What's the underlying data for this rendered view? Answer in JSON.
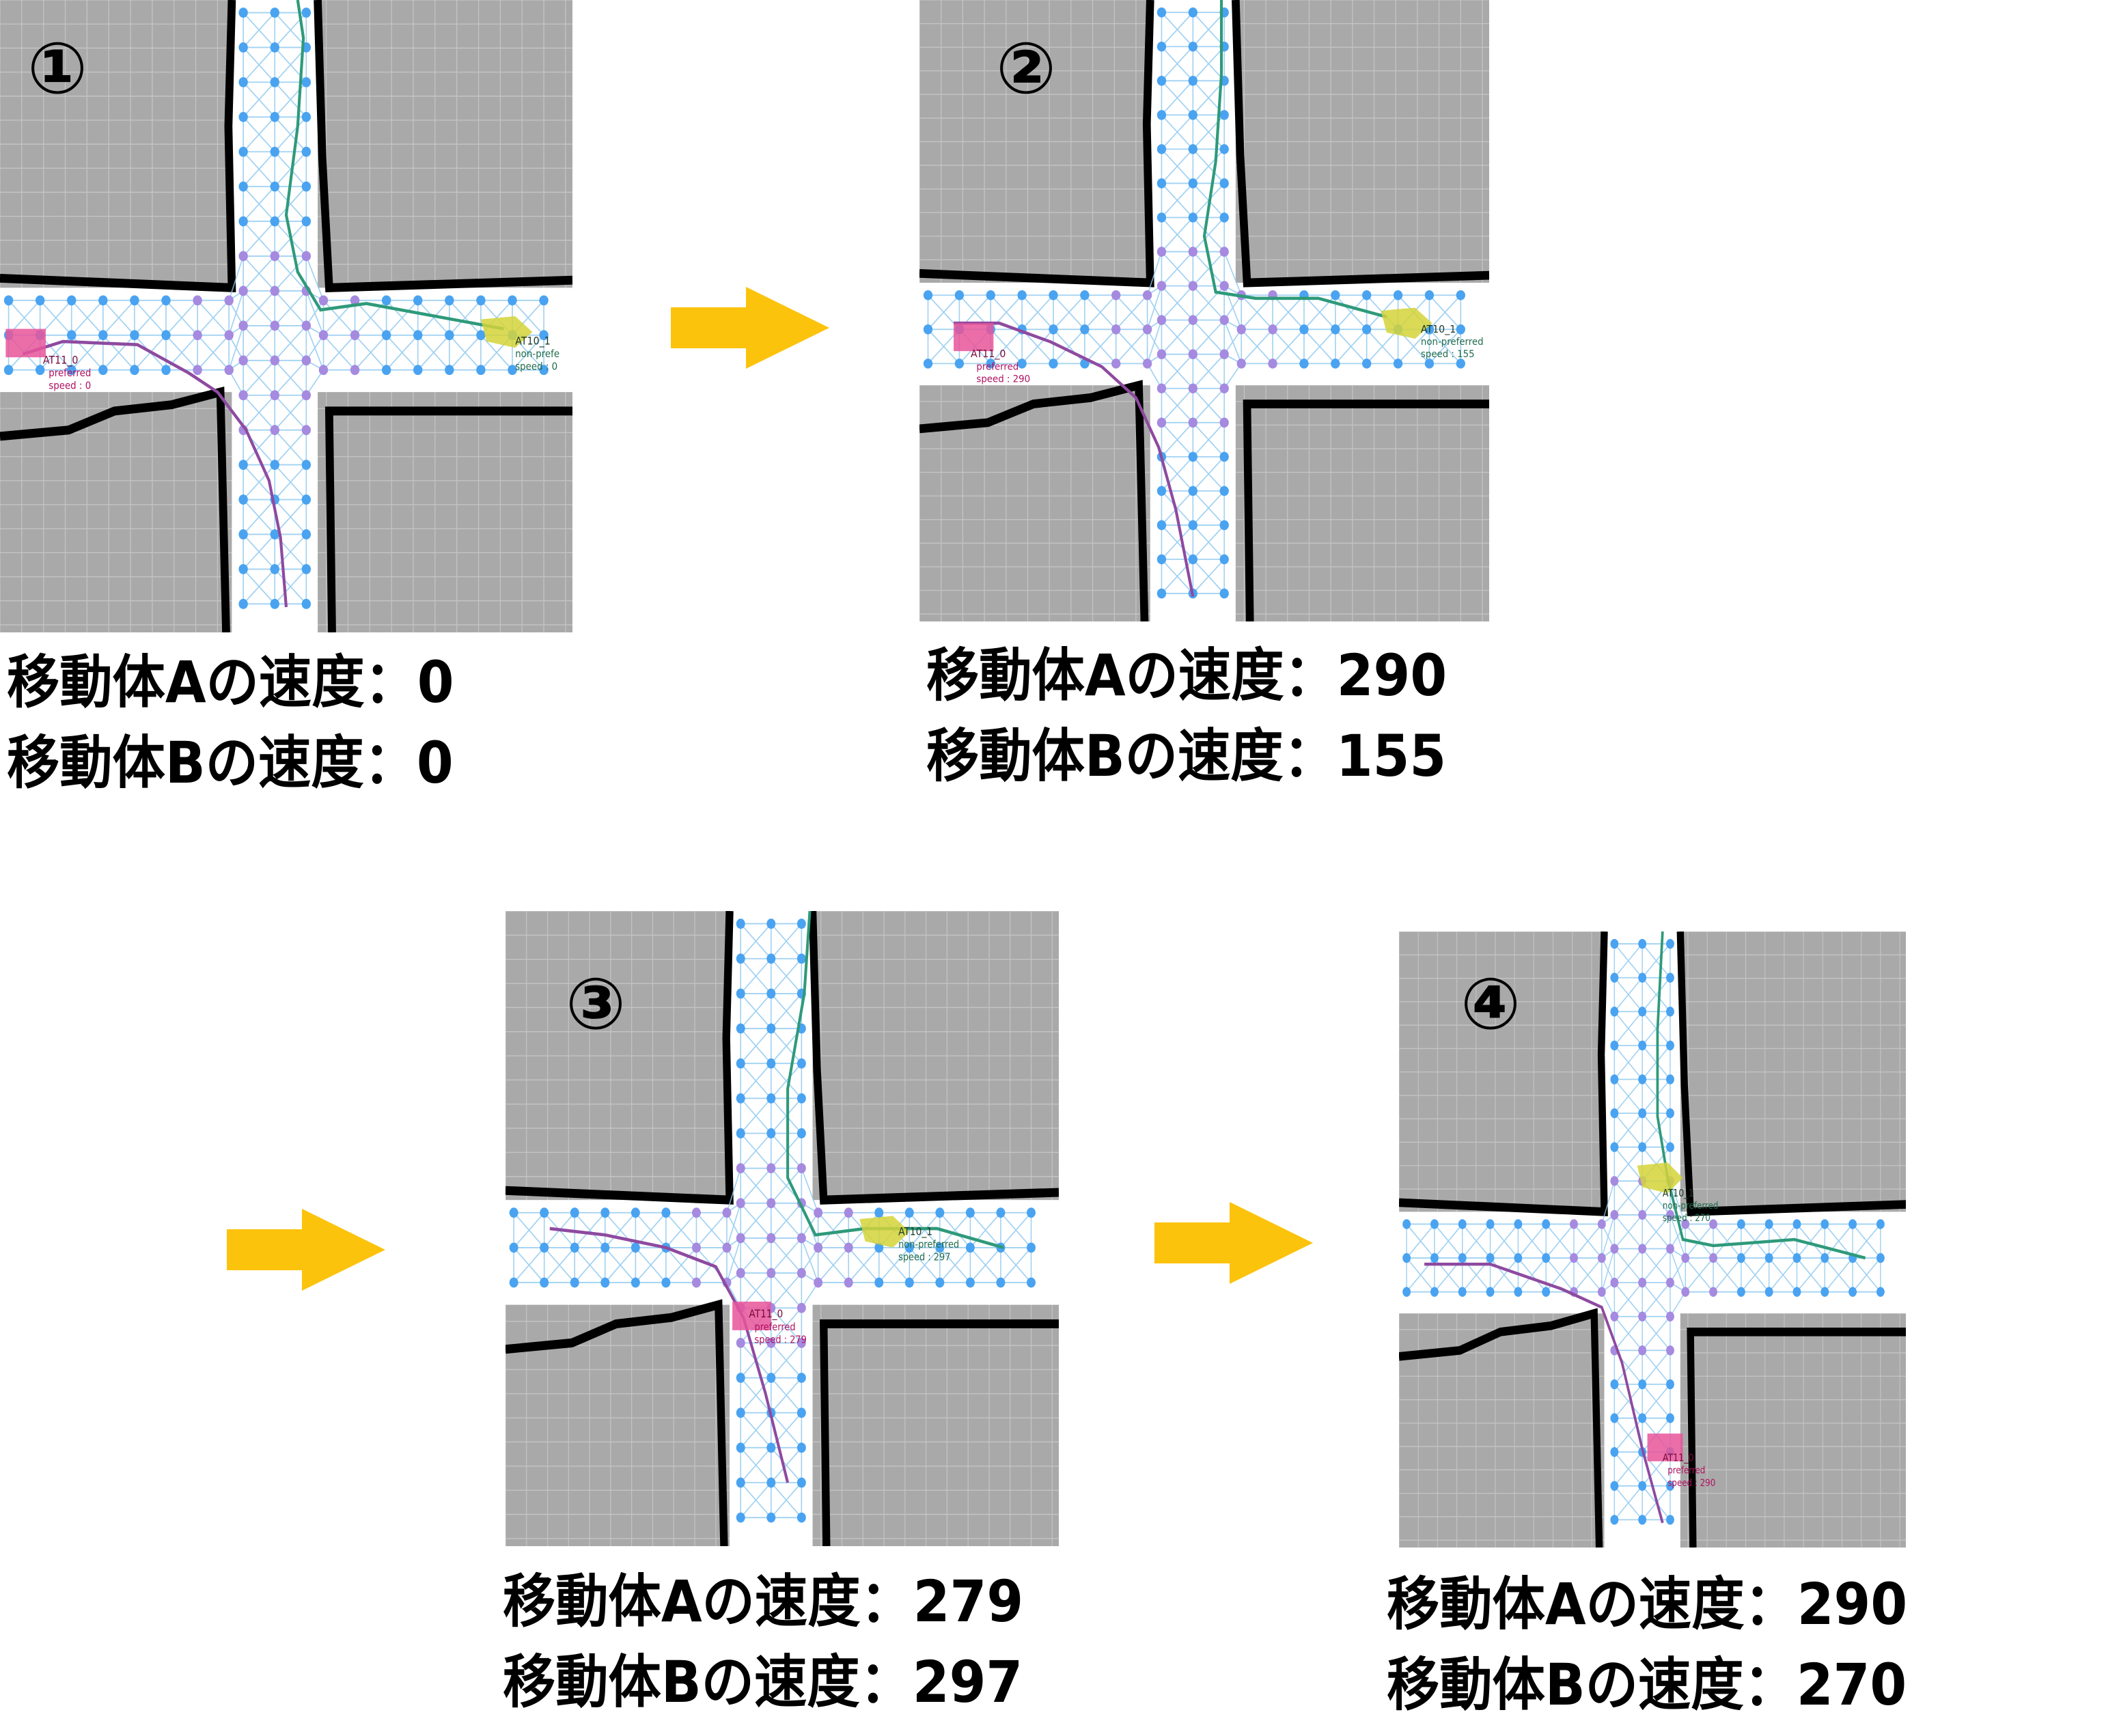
{
  "panels": [
    {
      "step": "①",
      "agent_a": {
        "name": "AT11_0",
        "type": "preferred",
        "speed_label": "speed : 0"
      },
      "agent_b": {
        "name": "AT10_1",
        "type": "non-prefe",
        "speed_label": "speed : 0"
      },
      "caption_a": "移動体Aの速度：0",
      "caption_b": "移動体Bの速度：0"
    },
    {
      "step": "②",
      "agent_a": {
        "name": "AT11_0",
        "type": "preferred",
        "speed_label": "speed : 290"
      },
      "agent_b": {
        "name": "AT10_1",
        "type": "non-preferred",
        "speed_label": "speed : 155"
      },
      "caption_a": "移動体Aの速度：290",
      "caption_b": "移動体Bの速度：155"
    },
    {
      "step": "③",
      "agent_a": {
        "name": "AT11_0",
        "type": "preferred",
        "speed_label": "speed : 279"
      },
      "agent_b": {
        "name": "AT10_1",
        "type": "non-preferred",
        "speed_label": "speed : 297"
      },
      "caption_a": "移動体Aの速度：279",
      "caption_b": "移動体Bの速度：297"
    },
    {
      "step": "④",
      "agent_a": {
        "name": "AT11_0",
        "type": "preferred",
        "speed_label": "speed : 290"
      },
      "agent_b": {
        "name": "AT10_1",
        "type": "non-preferred",
        "speed_label": "speed : 270"
      },
      "caption_a": "移動体Aの速度：290",
      "caption_b": "移動体Bの速度：270"
    }
  ],
  "colors": {
    "arrow": "#fcc30d",
    "agent_a": "#e8559a",
    "agent_b": "#d4d43a",
    "path_a": "#8e4aa0",
    "path_b": "#2e9a7a",
    "node": "#4aa3f0",
    "node_crossing": "#a58ae0",
    "edge": "#8cc8f0",
    "wall": "#000000",
    "floor": "#ffffff",
    "blocked": "#a9a9a9"
  }
}
